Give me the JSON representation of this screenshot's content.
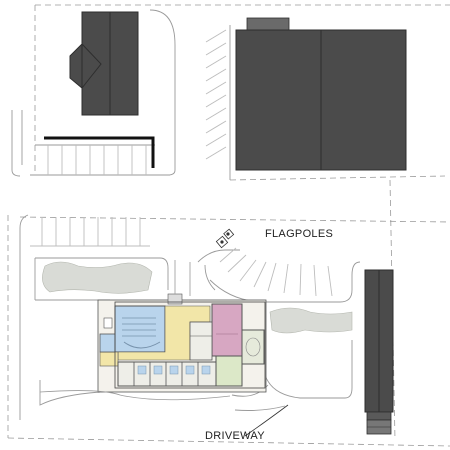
{
  "labels": {
    "flagpoles": "FLAGPOLES",
    "driveway": "DRIVEWAY"
  },
  "colors": {
    "building_dark": "#4b4b4b",
    "building_roof_line": "#2e2e2e",
    "lot_line": "#9a9a9a",
    "parking_stripe": "#bdbdbd",
    "grass": "#d9dbd6",
    "floor_blue": "#b9d4ec",
    "floor_pink": "#d7a7c2",
    "floor_yellow": "#f2e6a8",
    "floor_green": "#dce8c8",
    "floor_wall": "#555555"
  },
  "icons": {
    "flagpoles": "flagpole-symbols"
  }
}
